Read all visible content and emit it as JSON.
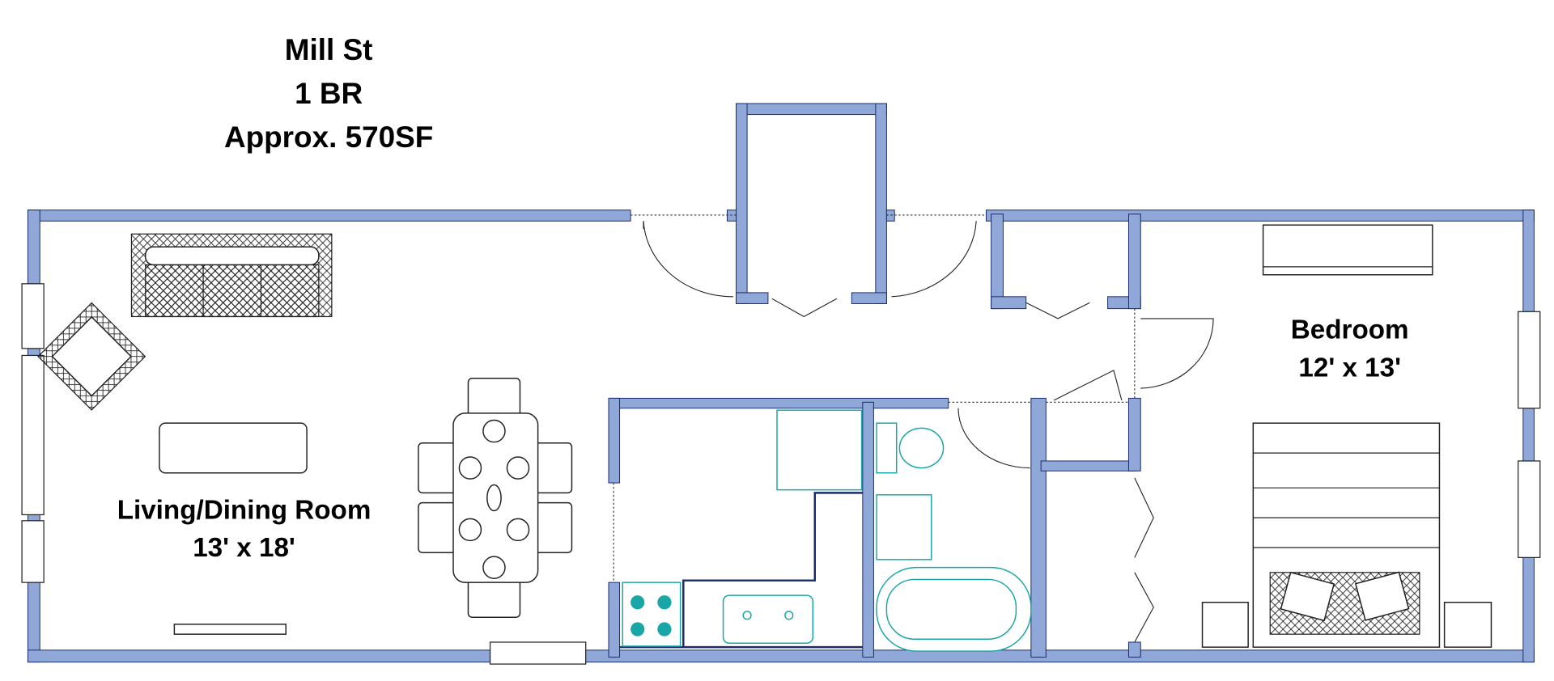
{
  "title": {
    "street": "Mill St",
    "unit_type": "1 BR",
    "area": "Approx. 570SF"
  },
  "rooms": [
    {
      "name": "Living/Dining Room",
      "dimensions": "13' x 18'"
    },
    {
      "name": "Bedroom",
      "dimensions": "12' x 13'"
    }
  ],
  "colors": {
    "wall": "#8fa8d8",
    "fixtures": "#1aa6a6"
  }
}
